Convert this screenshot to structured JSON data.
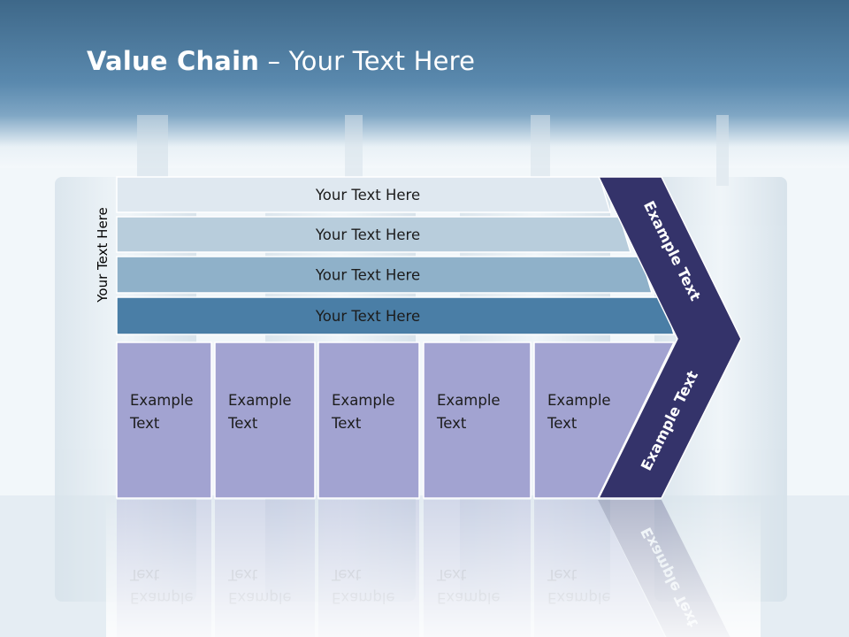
{
  "slide": {
    "title_bold": "Value Chain",
    "title_rest": " – Your Text Here"
  },
  "side_label": "Your Text Here",
  "tiers": [
    {
      "label": "Your Text Here",
      "color": "#dfe8f0"
    },
    {
      "label": "Your Text Here",
      "color": "#b8cddc"
    },
    {
      "label": "Your Text Here",
      "color": "#8fb1c9"
    },
    {
      "label": "Your Text Here",
      "color": "#4a7ea6"
    }
  ],
  "steps": [
    {
      "line1": "Example",
      "line2": "Text"
    },
    {
      "line1": "Example",
      "line2": "Text"
    },
    {
      "line1": "Example",
      "line2": "Text"
    },
    {
      "line1": "Example",
      "line2": "Text"
    },
    {
      "line1": "Example",
      "line2": "Text"
    }
  ],
  "chevron": {
    "upper_label": "Example Text",
    "lower_label": "Example Text",
    "color": "#34336a"
  },
  "colors": {
    "header_top": "#3f6a8c",
    "header_bottom": "#5b8bb0",
    "step_fill": "#a2a3d1",
    "step_stroke": "#ffffff"
  }
}
